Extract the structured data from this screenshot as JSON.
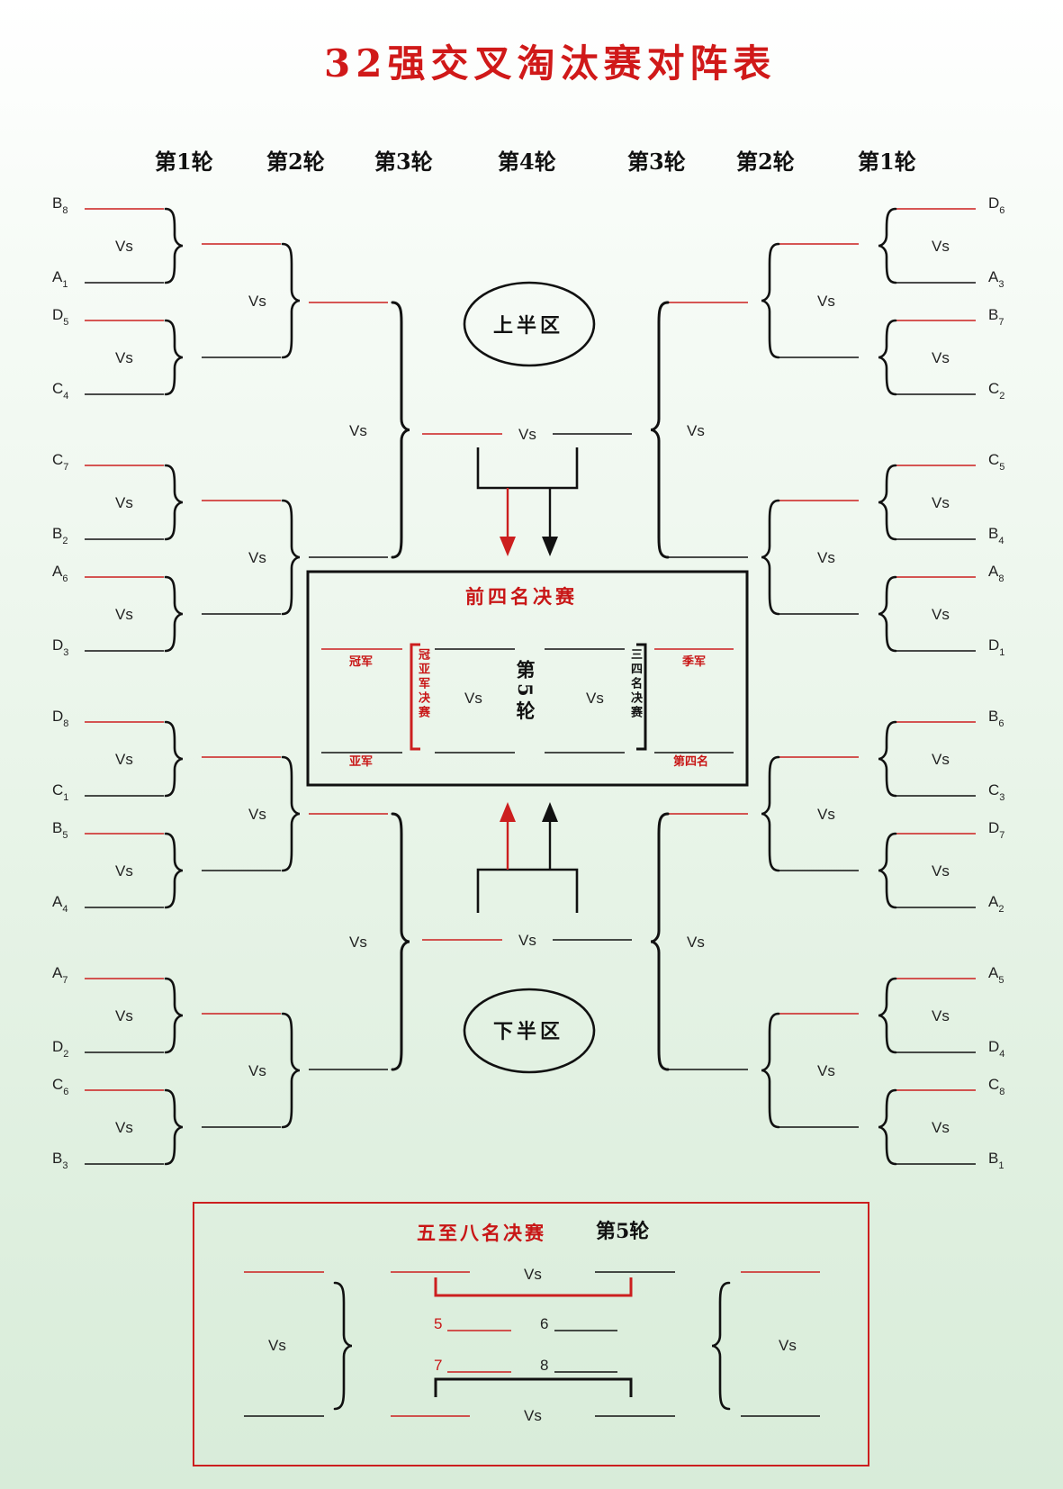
{
  "title": "32强交叉淘汰赛对阵表",
  "round_headers": [
    "第1轮",
    "第2轮",
    "第3轮",
    "第4轮",
    "第3轮",
    "第2轮",
    "第1轮"
  ],
  "vs": "Vs",
  "seeds_left": [
    {
      "l": "B",
      "s": "8"
    },
    {
      "l": "A",
      "s": "1"
    },
    {
      "l": "D",
      "s": "5"
    },
    {
      "l": "C",
      "s": "4"
    },
    {
      "l": "C",
      "s": "7"
    },
    {
      "l": "B",
      "s": "2"
    },
    {
      "l": "A",
      "s": "6"
    },
    {
      "l": "D",
      "s": "3"
    },
    {
      "l": "D",
      "s": "8"
    },
    {
      "l": "C",
      "s": "1"
    },
    {
      "l": "B",
      "s": "5"
    },
    {
      "l": "A",
      "s": "4"
    },
    {
      "l": "A",
      "s": "7"
    },
    {
      "l": "D",
      "s": "2"
    },
    {
      "l": "C",
      "s": "6"
    },
    {
      "l": "B",
      "s": "3"
    }
  ],
  "seeds_right": [
    {
      "l": "D",
      "s": "6"
    },
    {
      "l": "A",
      "s": "3"
    },
    {
      "l": "B",
      "s": "7"
    },
    {
      "l": "C",
      "s": "2"
    },
    {
      "l": "C",
      "s": "5"
    },
    {
      "l": "B",
      "s": "4"
    },
    {
      "l": "A",
      "s": "8"
    },
    {
      "l": "D",
      "s": "1"
    },
    {
      "l": "B",
      "s": "6"
    },
    {
      "l": "C",
      "s": "3"
    },
    {
      "l": "D",
      "s": "7"
    },
    {
      "l": "A",
      "s": "2"
    },
    {
      "l": "A",
      "s": "5"
    },
    {
      "l": "D",
      "s": "4"
    },
    {
      "l": "C",
      "s": "8"
    },
    {
      "l": "B",
      "s": "1"
    }
  ],
  "upper_half": "上半区",
  "lower_half": "下半区",
  "final_four": {
    "title": "前四名决赛",
    "champion": "冠军",
    "runner_up": "亚军",
    "final_label": "冠亚军决赛",
    "round5": "第5轮",
    "third_place": "季军",
    "fourth_place": "第四名",
    "third_match_label": "三四名决赛"
  },
  "places_5_8": {
    "title": "五至八名决赛",
    "round": "第5轮",
    "n5": "5",
    "n6": "6",
    "n7": "7",
    "n8": "8"
  },
  "colors": {
    "title": "#d01919",
    "accent_red": "#cc1f1f",
    "line": "#111111"
  }
}
